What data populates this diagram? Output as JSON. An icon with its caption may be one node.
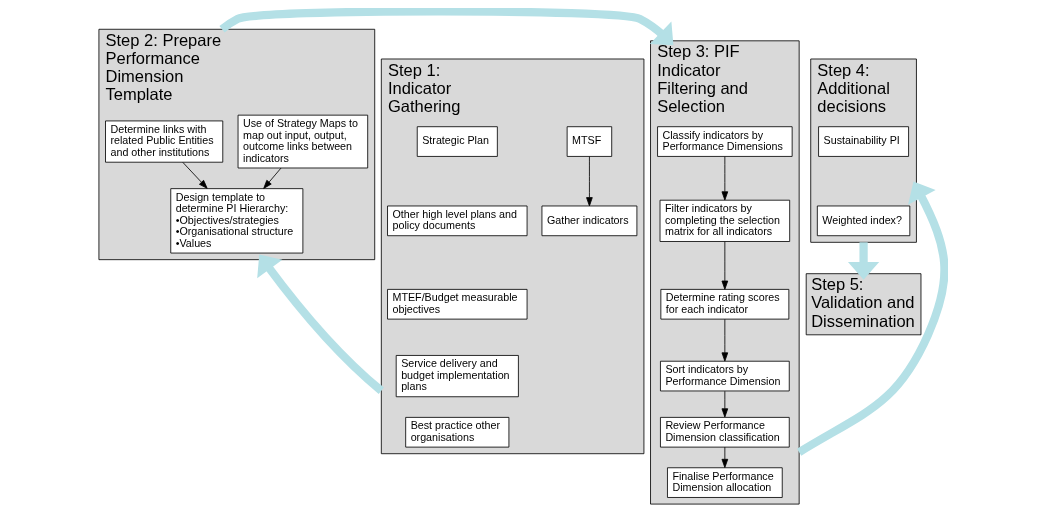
{
  "diagram": {
    "nodes": [
      {
        "text": [
          "Step 1: Indicator Gathering"
        ]
      },
      {
        "text": [
          "Gather indicators"
        ],
        "in": 0
      },
      {
        "text": [
          "MTSF"
        ],
        "in": 0
      },
      {
        "text": [
          "Strategic Plan"
        ],
        "in": 0
      },
      {
        "text": [
          "Other high level plans and policy documents"
        ],
        "in": 0
      },
      {
        "text": [
          "MTEF/Budget measurable objectives"
        ],
        "in": 0
      },
      {
        "text": [
          "Service delivery and budget implementation plans"
        ],
        "in": 0
      },
      {
        "text": [
          "Best practice other organisations"
        ],
        "in": 0
      },
      {
        "text": [
          "Step 2: Prepare Performance Dimension Template"
        ]
      },
      {
        "text": [
          "Design template to determine PI Hierarchy:",
          "•Objectives/strategies",
          "•Organisational structure",
          "•Values"
        ],
        "in": 8
      },
      {
        "text": [
          "Use of Strategy Maps to map out input, output, outcome links between indicators"
        ],
        "in": 8
      },
      {
        "text": [
          "Determine links with related Public Entities and other institutions"
        ],
        "in": 8
      },
      {
        "text": [
          "Step 3: PIF Indicator Filtering and Selection"
        ]
      },
      {
        "text": [
          "Classify indicators by Performance Dimensions"
        ],
        "in": 12
      },
      {
        "text": [
          "Filter indicators by completing the selection matrix for all indicators"
        ],
        "in": 12
      },
      {
        "text": [
          "Determine rating scores for each indicator"
        ],
        "in": 12
      },
      {
        "text": [
          "Sort indicators by Performance Dimension"
        ],
        "in": 12
      },
      {
        "text": [
          "Review Performance Dimension classification"
        ],
        "in": 12
      },
      {
        "text": [
          "Finalise Performance Dimension allocation"
        ],
        "in": 12
      },
      {
        "text": [
          "Step 4: Additional decisions"
        ]
      },
      {
        "text": [
          "Sustainability PI"
        ],
        "in": 19
      },
      {
        "text": [
          "Weighted index?"
        ],
        "in": 19
      },
      {
        "text": [
          "Step 5: Validation and Dissemination"
        ]
      }
    ],
    "edges": [
      {
        "from": 2,
        "to": 1,
        "arrow": "to"
      },
      {
        "from": 10,
        "to": 9,
        "arrow": "to"
      },
      {
        "from": 11,
        "to": 9,
        "arrow": "to"
      },
      {
        "from": 13,
        "to": 14,
        "arrow": "to"
      },
      {
        "from": 14,
        "to": 15,
        "arrow": "to"
      },
      {
        "from": 15,
        "to": 16,
        "arrow": "to"
      },
      {
        "from": 16,
        "to": 17,
        "arrow": "to"
      },
      {
        "from": 17,
        "to": 18,
        "arrow": "to"
      },
      {
        "from": 0,
        "to": 8,
        "arrow": "to",
        "style": "thick",
        "color": "#b4e0e6"
      },
      {
        "from": 8,
        "to": 12,
        "arrow": "to",
        "style": "thick",
        "color": "#b4e0e6"
      },
      {
        "from": 12,
        "to": 19,
        "arrow": "to",
        "style": "thick",
        "color": "#b4e0e6"
      },
      {
        "from": 19,
        "to": 22,
        "arrow": "to",
        "style": "thick",
        "color": "#b4e0e6"
      }
    ]
  }
}
